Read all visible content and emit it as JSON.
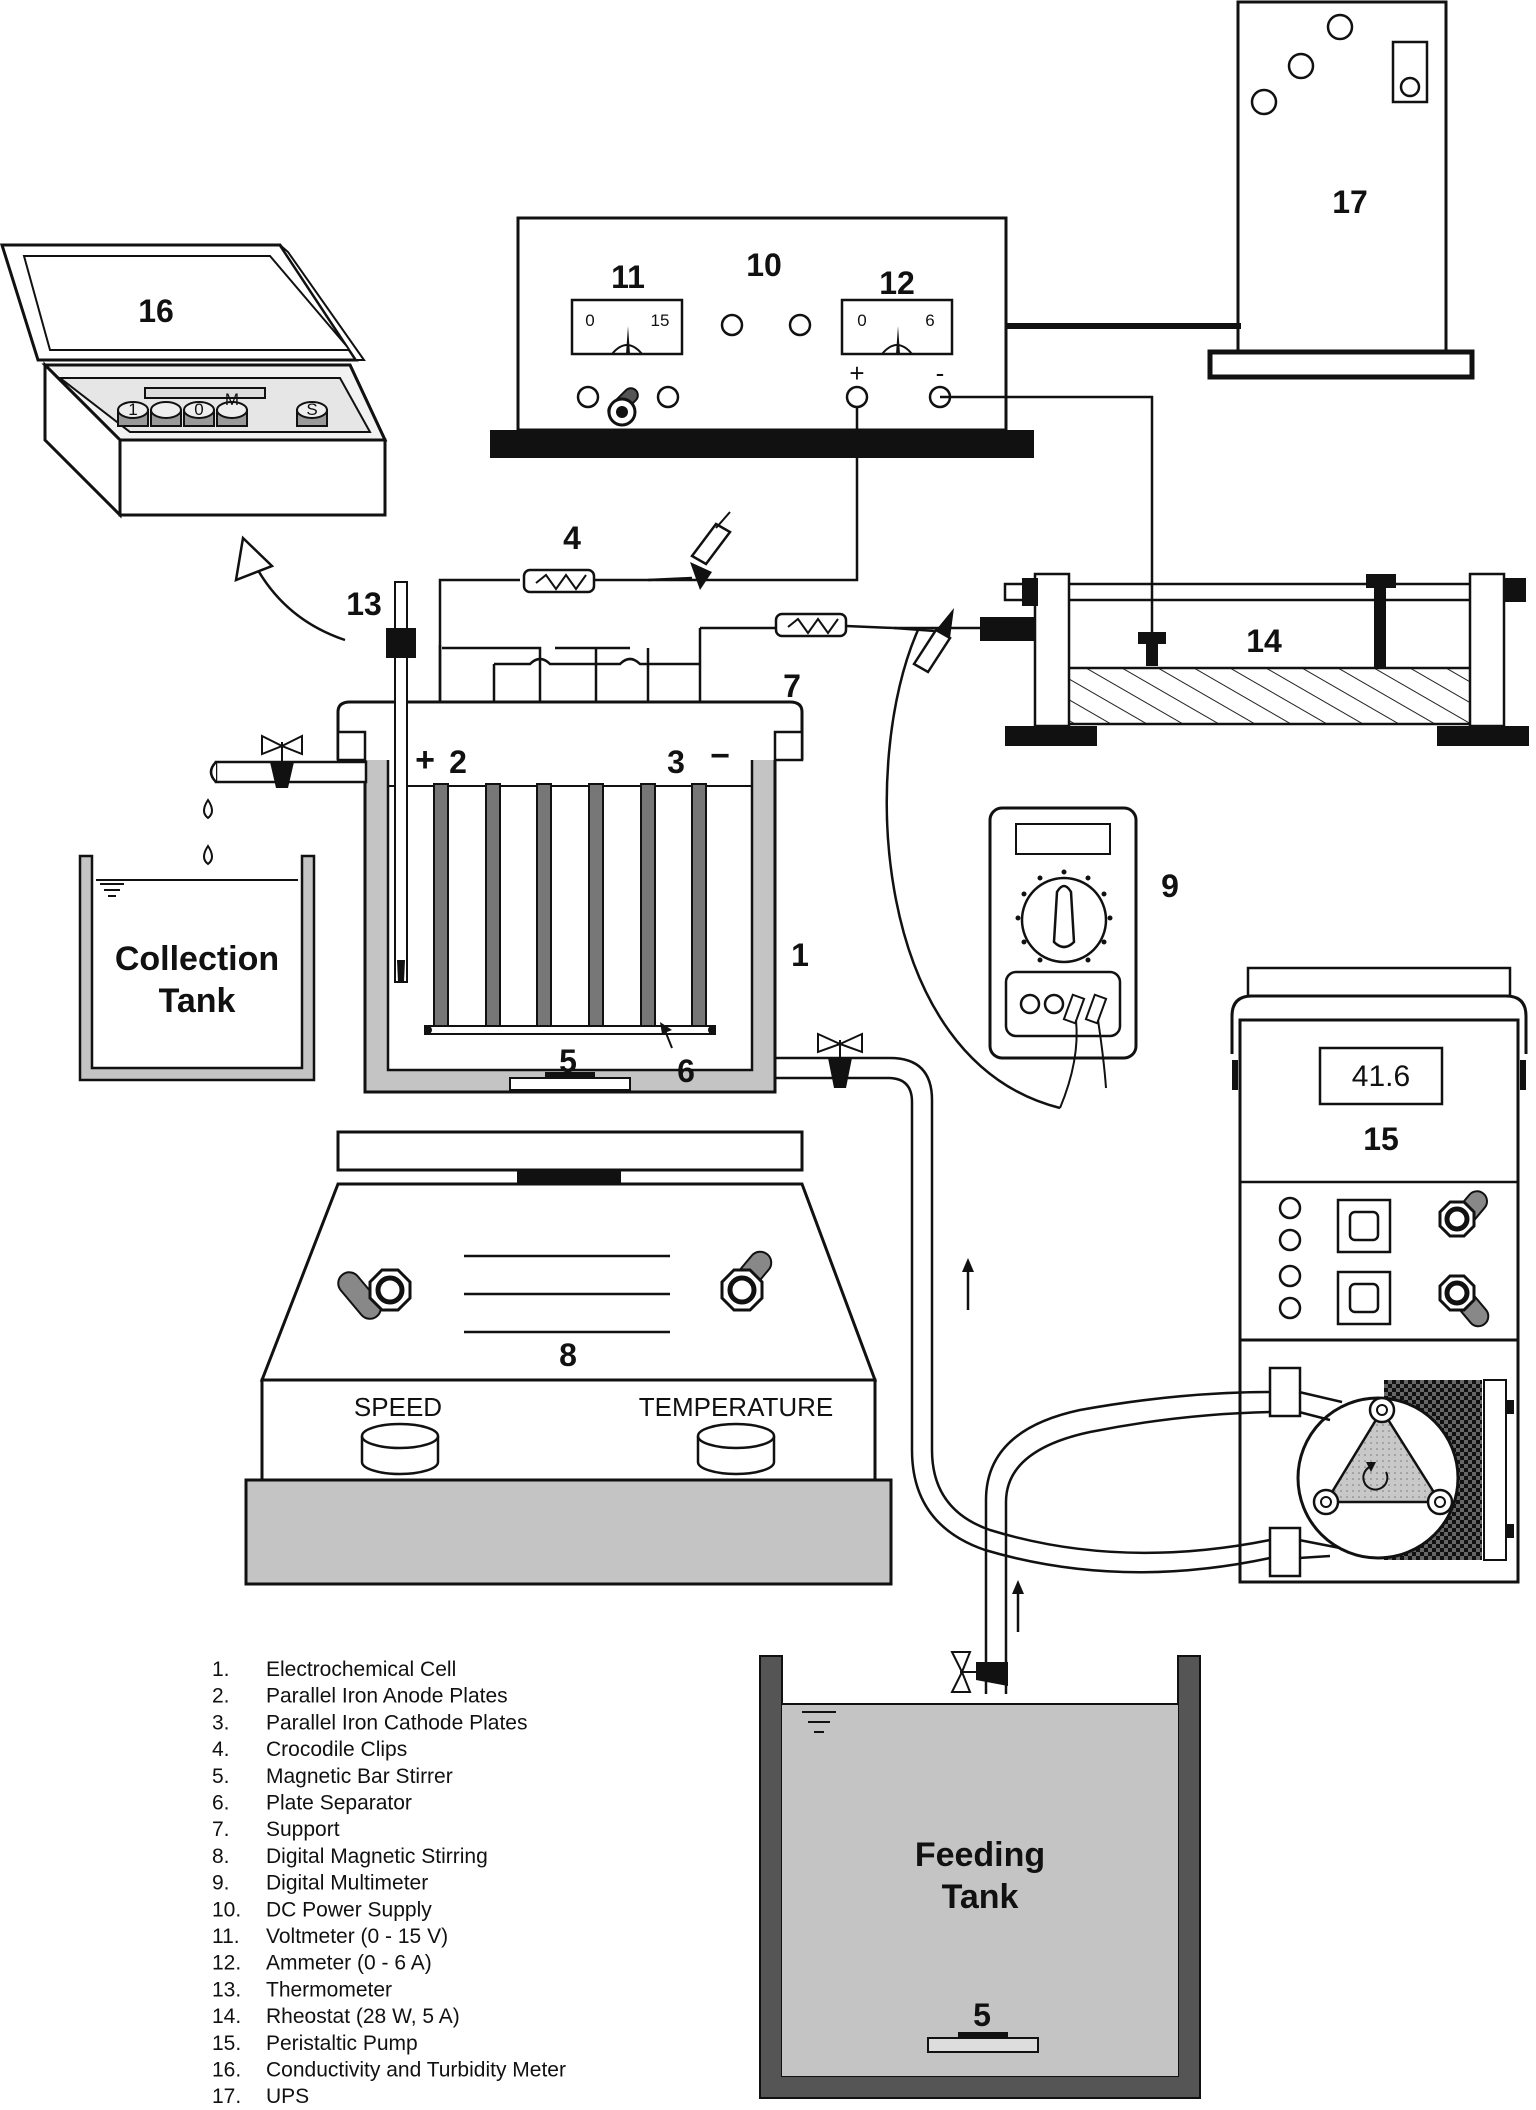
{
  "labels": {
    "collection_tank": [
      "Collection",
      "Tank"
    ],
    "feeding_tank": [
      "Feeding",
      "Tank"
    ],
    "speed": "SPEED",
    "temperature": "TEMPERATURE",
    "pump_display": "41.6",
    "plus": "+",
    "minus": "−",
    "supply_plus": "+",
    "supply_minus": "-",
    "voltmeter_min": "0",
    "voltmeter_max": "15",
    "ammeter_min": "0",
    "ammeter_max": "6",
    "meter_knobs": [
      "1",
      "0",
      "M",
      "S"
    ]
  },
  "callouts": [
    "1",
    "2",
    "3",
    "4",
    "5",
    "6",
    "7",
    "8",
    "9",
    "10",
    "11",
    "12",
    "13",
    "14",
    "15",
    "16",
    "17"
  ],
  "legend": [
    {
      "num": "1.",
      "text": "Electrochemical Cell"
    },
    {
      "num": "2.",
      "text": "Parallel Iron Anode Plates"
    },
    {
      "num": "3.",
      "text": "Parallel Iron Cathode Plates"
    },
    {
      "num": "4.",
      "text": "Crocodile Clips"
    },
    {
      "num": "5.",
      "text": "Magnetic Bar Stirrer"
    },
    {
      "num": "6.",
      "text": "Plate Separator"
    },
    {
      "num": "7.",
      "text": "Support"
    },
    {
      "num": "8.",
      "text": "Digital Magnetic Stirring"
    },
    {
      "num": "9.",
      "text": "Digital Multimeter"
    },
    {
      "num": "10.",
      "text": "DC Power Supply"
    },
    {
      "num": "11.",
      "text": "Voltmeter (0 - 15 V)"
    },
    {
      "num": "12.",
      "text": "Ammeter (0 - 6 A)"
    },
    {
      "num": "13.",
      "text": "Thermometer"
    },
    {
      "num": "14.",
      "text": "Rheostat (28 W, 5 A)"
    },
    {
      "num": "15.",
      "text": "Peristaltic Pump"
    },
    {
      "num": "16.",
      "text": "Conductivity and Turbidity Meter"
    },
    {
      "num": "17.",
      "text": "UPS"
    }
  ]
}
